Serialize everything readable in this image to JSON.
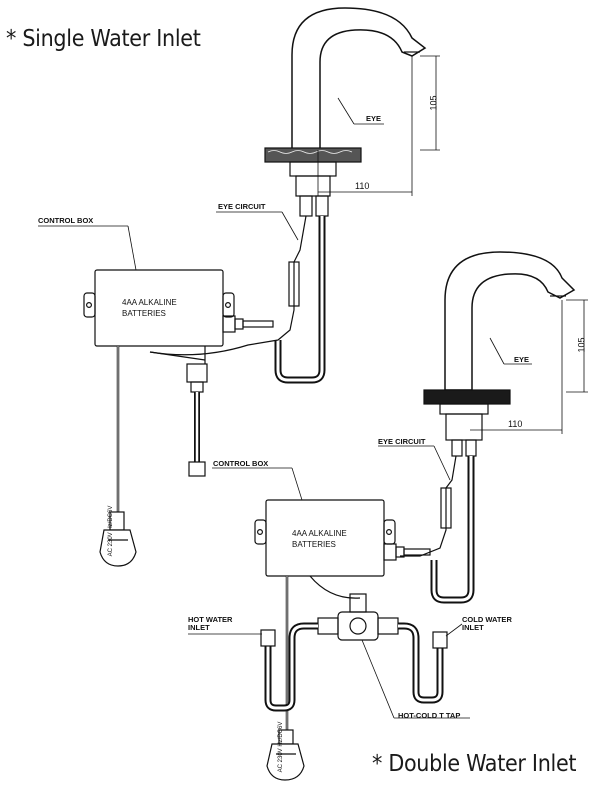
{
  "headings": {
    "single": "* Single Water Inlet",
    "double": "* Double Water Inlet"
  },
  "single": {
    "control_box": "CONTROL BOX",
    "batteries_line1": "4AA ALKALINE",
    "batteries_line2": "BATTERIES",
    "eye_circuit": "EYE CIRCUIT",
    "eye": "EYE",
    "power": "AC 230V Hz/DC6V",
    "dim_height": "105",
    "dim_reach": "110"
  },
  "double": {
    "control_box": "CONTROL BOX",
    "batteries_line1": "4AA ALKALINE",
    "batteries_line2": "BATTERIES",
    "eye_circuit": "EYE CIRCUIT",
    "eye": "EYE",
    "power": "AC 230V Hz/DC6V",
    "hot_water_line1": "HOT WATER",
    "hot_water_line2": "INLET",
    "cold_water_line1": "COLD WATER",
    "cold_water_line2": "INLET",
    "t_tap": "HOT-COLD T TAP",
    "dim_height": "105",
    "dim_reach": "110"
  }
}
